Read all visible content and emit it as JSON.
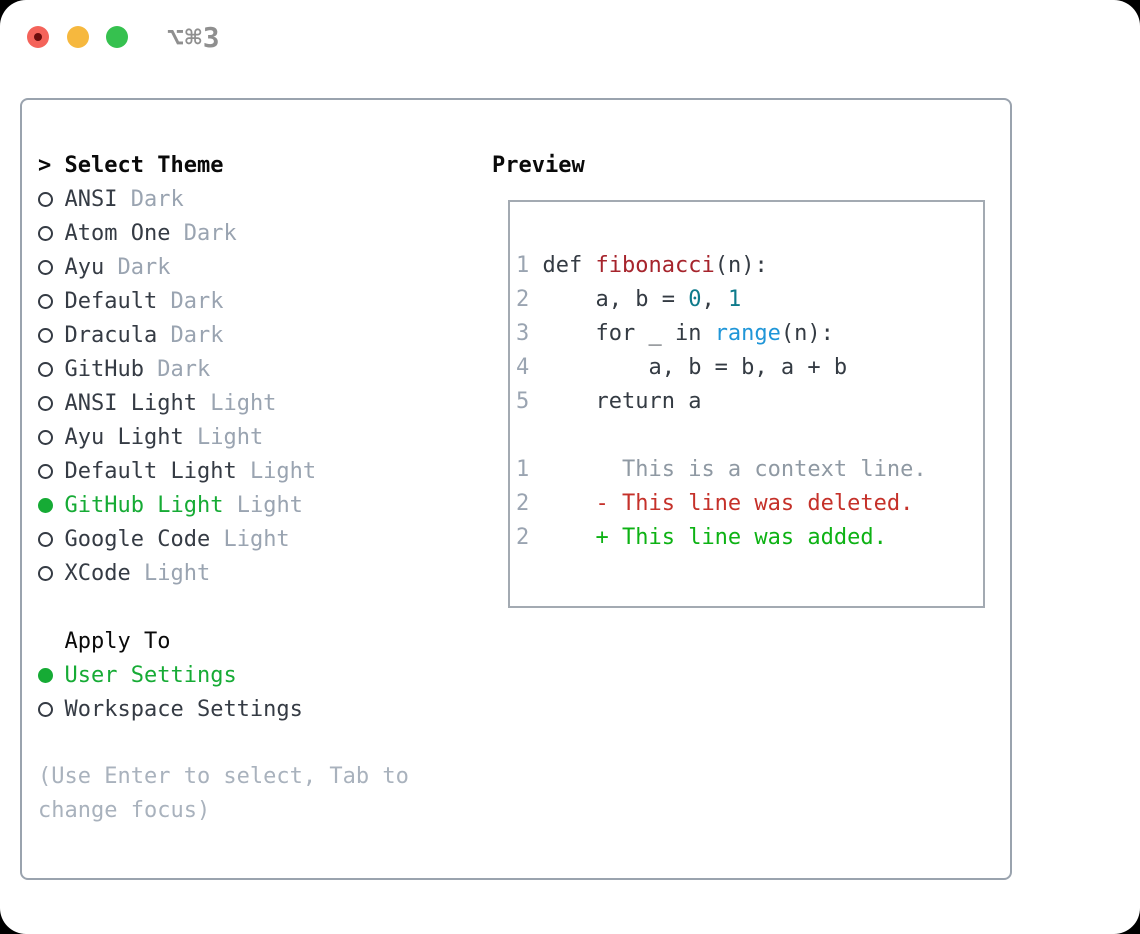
{
  "window": {
    "title": "⌥⌘3",
    "traffic_lights": {
      "close": "close-button",
      "minimize": "minimize-button",
      "zoom": "zoom-button"
    }
  },
  "theme_picker": {
    "cursor": ">",
    "heading": "Select Theme",
    "items": [
      {
        "name": "ANSI",
        "variant": "Dark",
        "selected": false
      },
      {
        "name": "Atom One",
        "variant": "Dark",
        "selected": false
      },
      {
        "name": "Ayu",
        "variant": "Dark",
        "selected": false
      },
      {
        "name": "Default",
        "variant": "Dark",
        "selected": false
      },
      {
        "name": "Dracula",
        "variant": "Dark",
        "selected": false
      },
      {
        "name": "GitHub",
        "variant": "Dark",
        "selected": false
      },
      {
        "name": "ANSI Light",
        "variant": "Light",
        "selected": false
      },
      {
        "name": "Ayu Light",
        "variant": "Light",
        "selected": false
      },
      {
        "name": "Default Light",
        "variant": "Light",
        "selected": false
      },
      {
        "name": "GitHub Light",
        "variant": "Light",
        "selected": true
      },
      {
        "name": "Google Code",
        "variant": "Light",
        "selected": false
      },
      {
        "name": "XCode",
        "variant": "Light",
        "selected": false
      }
    ]
  },
  "apply_to": {
    "heading": "Apply To",
    "items": [
      {
        "name": "User Settings",
        "selected": true
      },
      {
        "name": "Workspace Settings",
        "selected": false
      }
    ]
  },
  "hint": "(Use Enter to select, Tab to change focus)",
  "preview": {
    "title": "Preview",
    "lines": [
      {
        "num": "1",
        "segments": [
          {
            "t": "def ",
            "c": "d"
          },
          {
            "t": "fibonacci",
            "c": "fn"
          },
          {
            "t": "(n):",
            "c": "d"
          }
        ]
      },
      {
        "num": "2",
        "segments": [
          {
            "t": "    a, b = ",
            "c": "d"
          },
          {
            "t": "0",
            "c": "n"
          },
          {
            "t": ", ",
            "c": "d"
          },
          {
            "t": "1",
            "c": "n"
          }
        ]
      },
      {
        "num": "3",
        "segments": [
          {
            "t": "    for _ in ",
            "c": "d"
          },
          {
            "t": "range",
            "c": "b"
          },
          {
            "t": "(n):",
            "c": "d"
          }
        ]
      },
      {
        "num": "4",
        "segments": [
          {
            "t": "        a, b = b, a + b",
            "c": "d"
          }
        ]
      },
      {
        "num": "5",
        "segments": [
          {
            "t": "    return a",
            "c": "d"
          }
        ]
      },
      {
        "num": "",
        "segments": []
      },
      {
        "num": "1",
        "segments": [
          {
            "t": "      This is a context line.",
            "c": "ctx"
          }
        ]
      },
      {
        "num": "2",
        "segments": [
          {
            "t": "    - This line was deleted.",
            "c": "del"
          }
        ]
      },
      {
        "num": "2",
        "segments": [
          {
            "t": "    + This line was added.",
            "c": "add"
          }
        ]
      }
    ]
  },
  "colors": {
    "traffic_red": "#f4635a",
    "traffic_red_dot": "#6b0d0d",
    "traffic_yellow": "#f6b83e",
    "traffic_green": "#36c14f",
    "title_gray": "#8f8f8f",
    "panel_border": "#9aa3ae",
    "preview_border": "#a3aab2",
    "heading_black": "#0a0a0a",
    "item_text": "#353b44",
    "variant_muted": "#9aa4b1",
    "hint_gray": "#a9b2bd",
    "selected_green": "#16ab35",
    "code_default": "#343b43",
    "function_red": "#a6242c",
    "number_teal": "#0e7a8b",
    "builtin_blue": "#2096d8",
    "context_gray": "#8f99a3",
    "diff_deleted_red": "#c5312a",
    "diff_added_green": "#0db214",
    "line_number_gray": "#9aa4b1"
  }
}
